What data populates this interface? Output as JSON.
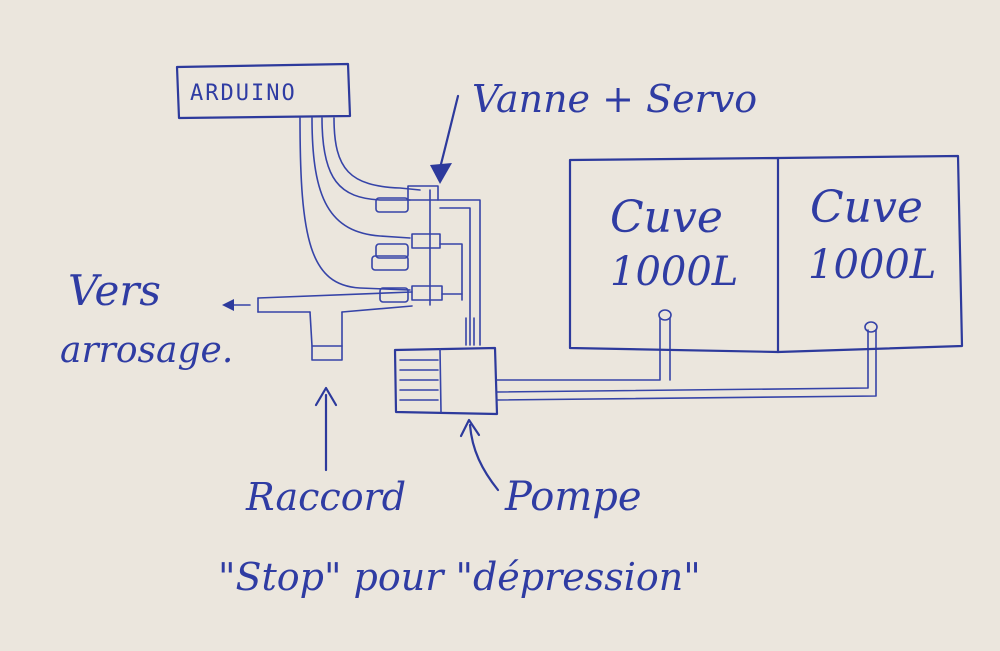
{
  "labels": {
    "arduino": "ARDUINO",
    "valve_servo": "Vanne + Servo",
    "tank_left_name": "Cuve",
    "tank_left_volume": "1000L",
    "tank_right_name": "Cuve",
    "tank_right_volume": "1000L",
    "outlet_line1": "Vers",
    "outlet_line2": "arrosage.",
    "fitting_line1": "Raccord",
    "fitting_line2": "\"Stop\" pour \"dépression\"",
    "pump": "Pompe"
  },
  "colors": {
    "paper": "#ebe6dd",
    "ink": "#2d3a9c"
  }
}
